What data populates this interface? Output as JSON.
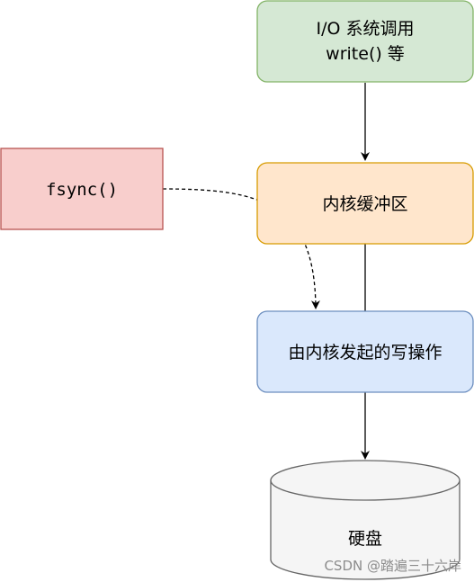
{
  "nodes": {
    "io_call": {
      "line1": "I/O  系统调用",
      "line2": "write() 等",
      "fill": "#d5e8d4",
      "stroke": "#82b366"
    },
    "fsync": {
      "label": "fsync()",
      "fill": "#f8cecc",
      "stroke": "#b85450"
    },
    "kernel_buffer": {
      "label": "内核缓冲区",
      "fill": "#ffe6cc",
      "stroke": "#d79b00"
    },
    "kernel_write": {
      "label": "由内核发起的写操作",
      "fill": "#dae8fc",
      "stroke": "#6c8ebf"
    },
    "disk": {
      "label": "硬盘",
      "fill": "#f5f5f5",
      "stroke": "#666666"
    }
  },
  "watermark": "CSDN @踏遍三十六岸"
}
